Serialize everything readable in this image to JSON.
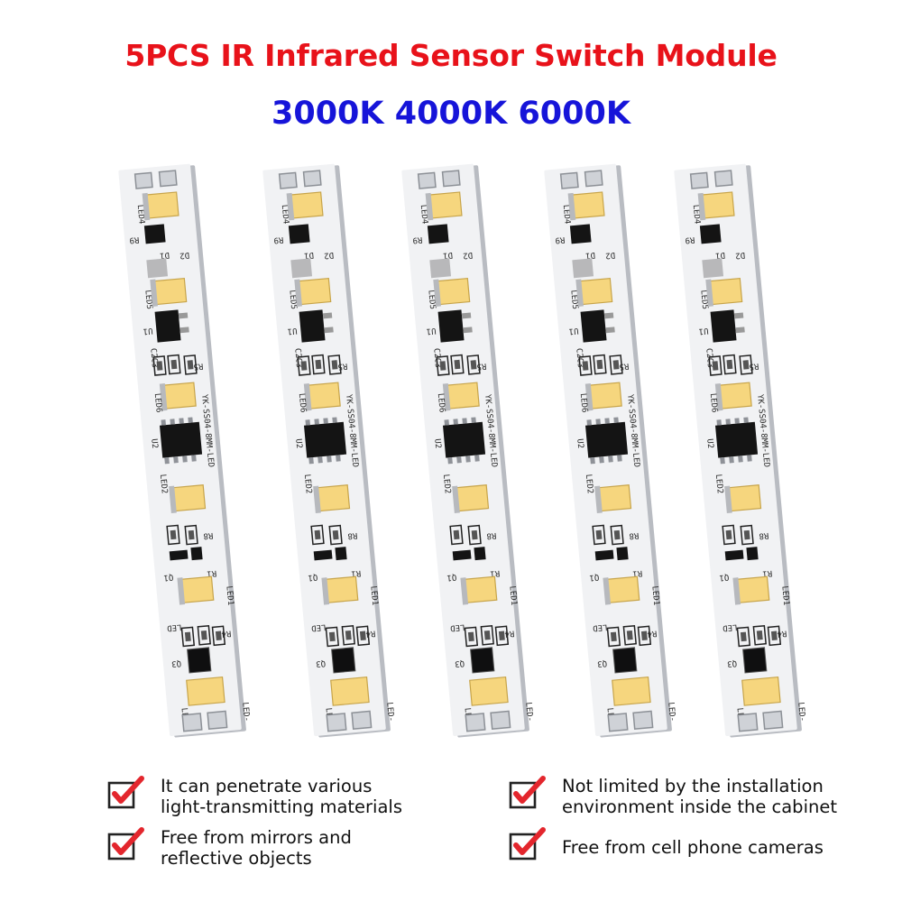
{
  "header": {
    "title": "5PCS IR Infrared Sensor Switch Module",
    "subtitle": "3000K 4000K 6000K",
    "title_color": "#e8121a",
    "subtitle_color": "#1614d9"
  },
  "product": {
    "board_count": 5,
    "board_color": "#f1f2f4",
    "led_color": "#f6d67e",
    "chip_color": "#141414",
    "silkscreen": {
      "led4": "LED4",
      "r9": "R9",
      "d1": "D1",
      "d2": "D2",
      "led5": "LED5",
      "u1": "U1",
      "c2c3": "C2C3",
      "r5": "R5",
      "led6": "LED6",
      "model": "YK-SS04-8MM-LED",
      "u2": "U2",
      "led2": "LED2",
      "r8": "R8",
      "q1": "Q1",
      "r1": "R1",
      "led1": "LED1",
      "led": "LED",
      "r4": "R4",
      "q3": "Q3",
      "led_plus": "LED+",
      "led_minus": "LED-"
    }
  },
  "features": [
    {
      "text": "It can penetrate various\nlight-transmitting materials",
      "icon": "checkbox-checked-icon"
    },
    {
      "text": "Not limited by the installation\nenvironment inside the cabinet",
      "icon": "checkbox-checked-icon"
    },
    {
      "text": "Free from mirrors and\nreflective objects",
      "icon": "checkbox-checked-icon"
    },
    {
      "text": "Free from cell phone cameras",
      "icon": "checkbox-checked-icon"
    }
  ],
  "colors": {
    "check_red": "#e3262d",
    "box_black": "#222222"
  }
}
